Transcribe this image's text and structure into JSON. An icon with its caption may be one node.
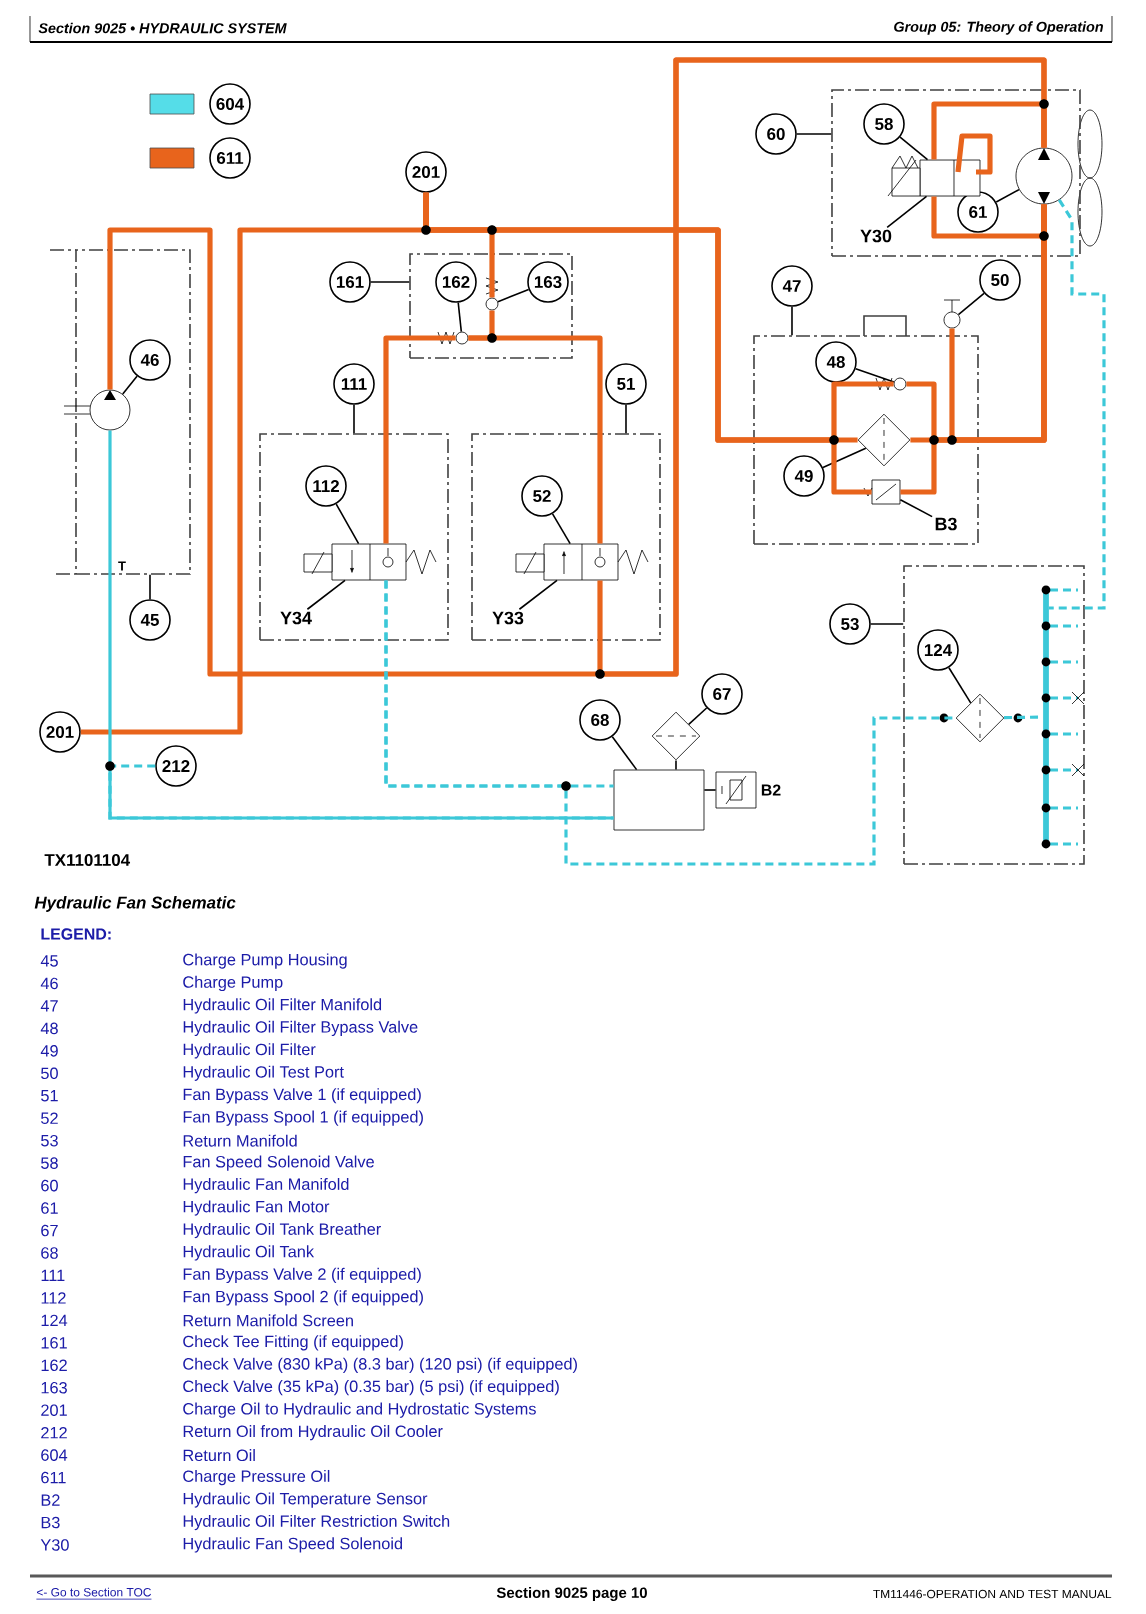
{
  "diagram": {
    "caption": "Hydraulic Fan Schematic",
    "nodes": [
      {
        "text": [
          "201"
        ]
      },
      {
        "text": [
          "161"
        ]
      },
      {
        "text": [],
        "shape": "box"
      },
      {
        "text": [
          "162"
        ],
        "in": 2
      },
      {
        "text": [
          "163"
        ],
        "in": 2
      },
      {
        "text": [],
        "shape": "circle",
        "in": 2
      },
      {
        "text": [],
        "shape": "circle",
        "in": 2
      },
      {
        "text": [],
        "shape": "box"
      },
      {
        "text": [
          "46"
        ],
        "in": 7
      },
      {
        "text": [],
        "shape": "circle",
        "in": 7
      },
      {
        "text": [
          "45"
        ]
      },
      {
        "text": [
          "111"
        ]
      },
      {
        "text": [],
        "shape": "box"
      },
      {
        "text": [
          "112"
        ],
        "in": 12
      },
      {
        "text": [
          "Y34"
        ],
        "in": 12
      },
      {
        "text": [],
        "shape": "box",
        "in": 12
      },
      {
        "text": [
          "51"
        ]
      },
      {
        "text": [],
        "shape": "box"
      },
      {
        "text": [
          "52"
        ],
        "in": 17
      },
      {
        "text": [
          "Y33"
        ],
        "in": 17
      },
      {
        "text": [],
        "shape": "box",
        "in": 17
      },
      {
        "text": [
          "201"
        ]
      },
      {
        "text": [
          "212"
        ]
      },
      {
        "text": [
          "60"
        ]
      },
      {
        "text": [],
        "shape": "box"
      },
      {
        "text": [
          "58"
        ],
        "in": 24
      },
      {
        "text": [
          "61"
        ],
        "in": 24
      },
      {
        "text": [
          "Y30"
        ],
        "in": 24
      },
      {
        "text": [],
        "shape": "box",
        "in": 24
      },
      {
        "text": [],
        "shape": "circle",
        "in": 24
      },
      {
        "text": [
          "47"
        ]
      },
      {
        "text": [
          "50"
        ]
      },
      {
        "text": [],
        "shape": "circle"
      },
      {
        "text": [],
        "shape": "box"
      },
      {
        "text": [
          "48"
        ],
        "in": 33
      },
      {
        "text": [
          "49"
        ],
        "in": 33
      },
      {
        "text": [
          "B3"
        ],
        "in": 33
      },
      {
        "text": [],
        "shape": "circle",
        "in": 33
      },
      {
        "text": [],
        "shape": "diamond",
        "in": 33
      },
      {
        "text": [],
        "shape": "box",
        "in": 33
      },
      {
        "text": [
          "53"
        ]
      },
      {
        "text": [],
        "shape": "box"
      },
      {
        "text": [
          "124"
        ],
        "in": 41
      },
      {
        "text": [],
        "shape": "diamond",
        "in": 41
      },
      {
        "text": [],
        "shape": "bar",
        "in": 41
      },
      {
        "text": [
          "68"
        ]
      },
      {
        "text": [
          "67"
        ]
      },
      {
        "text": [],
        "shape": "box"
      },
      {
        "text": [],
        "shape": "diamond"
      },
      {
        "text": [],
        "shape": "box",
        "beside": [
          "B2"
        ]
      }
    ],
    "edges": [
      {
        "from": 1,
        "to": 2,
        "arrow": "none"
      },
      {
        "from": 3,
        "to": 5,
        "arrow": "none"
      },
      {
        "from": 4,
        "to": 6,
        "arrow": "none"
      },
      {
        "from": 8,
        "to": 9,
        "arrow": "none"
      },
      {
        "from": 10,
        "to": 7,
        "arrow": "none"
      },
      {
        "from": 11,
        "to": 12,
        "arrow": "none"
      },
      {
        "from": 13,
        "to": 15,
        "arrow": "none"
      },
      {
        "from": 14,
        "to": 15,
        "arrow": "none"
      },
      {
        "from": 16,
        "to": 17,
        "arrow": "none"
      },
      {
        "from": 18,
        "to": 20,
        "arrow": "none"
      },
      {
        "from": 19,
        "to": 20,
        "arrow": "none"
      },
      {
        "from": 23,
        "to": 24,
        "arrow": "none"
      },
      {
        "from": 25,
        "to": 28,
        "arrow": "none"
      },
      {
        "from": 26,
        "to": 29,
        "arrow": "none"
      },
      {
        "from": 27,
        "to": 28,
        "arrow": "none"
      },
      {
        "from": 30,
        "to": 33,
        "arrow": "none"
      },
      {
        "from": 31,
        "to": 32,
        "arrow": "none"
      },
      {
        "from": 34,
        "to": 37,
        "arrow": "none"
      },
      {
        "from": 35,
        "to": 38,
        "arrow": "none"
      },
      {
        "from": 36,
        "to": 39,
        "arrow": "none"
      },
      {
        "from": 40,
        "to": 41,
        "arrow": "none"
      },
      {
        "from": 42,
        "to": 43,
        "arrow": "none"
      },
      {
        "from": 45,
        "to": 47,
        "arrow": "none"
      },
      {
        "from": 46,
        "to": 48,
        "arrow": "none"
      },
      {
        "from": 0,
        "to": 21,
        "arrow": "none",
        "style": "thick",
        "color": "#e8641c"
      },
      {
        "from": 9,
        "to": 29,
        "arrow": "none",
        "style": "thick",
        "color": "#e8641c"
      },
      {
        "from": 20,
        "to": 29,
        "arrow": "none",
        "style": "thick",
        "color": "#e8641c"
      },
      {
        "from": 15,
        "to": 5,
        "arrow": "none",
        "style": "thick",
        "color": "#e8641c"
      },
      {
        "from": 5,
        "to": 6,
        "arrow": "none",
        "style": "thick",
        "color": "#e8641c"
      },
      {
        "from": 5,
        "to": 20,
        "arrow": "none",
        "style": "thick",
        "color": "#e8641c"
      },
      {
        "from": 6,
        "to": 0,
        "arrow": "none",
        "style": "thick",
        "color": "#e8641c"
      },
      {
        "from": 0,
        "to": 38,
        "arrow": "none",
        "style": "thick",
        "color": "#e8641c"
      },
      {
        "from": 38,
        "to": 29,
        "arrow": "none",
        "style": "thick",
        "color": "#e8641c"
      },
      {
        "from": 0,
        "to": 37,
        "arrow": "none",
        "style": "thick",
        "color": "#e8641c"
      },
      {
        "from": 37,
        "to": 29,
        "arrow": "none",
        "style": "thick",
        "color": "#e8641c"
      },
      {
        "from": 0,
        "to": 39,
        "arrow": "none",
        "style": "thick",
        "color": "#e8641c"
      },
      {
        "from": 39,
        "to": 29,
        "arrow": "none",
        "style": "thick",
        "color": "#e8641c"
      },
      {
        "from": 32,
        "to": 29,
        "arrow": "none",
        "style": "thick",
        "color": "#e8641c"
      },
      {
        "from": 28,
        "to": 29,
        "arrow": "none",
        "style": "thick",
        "color": "#e8641c"
      },
      {
        "from": 28,
        "to": 29,
        "arrow": "none",
        "style": "thick",
        "color": "#e8641c"
      },
      {
        "from": 22,
        "to": 47,
        "arrow": "none",
        "style": "dashed",
        "color": "#3cc8d8"
      },
      {
        "from": 9,
        "to": 47,
        "arrow": "none",
        "color": "#3cc8d8"
      },
      {
        "from": 15,
        "to": 47,
        "arrow": "none",
        "style": "dashed",
        "color": "#3cc8d8"
      },
      {
        "from": 15,
        "to": 43,
        "arrow": "none",
        "style": "dashed",
        "color": "#3cc8d8"
      },
      {
        "from": 43,
        "to": 44,
        "arrow": "none",
        "style": "dashed",
        "color": "#3cc8d8"
      },
      {
        "from": 29,
        "to": 44,
        "arrow": "none",
        "style": "dashed",
        "color": "#3cc8d8"
      },
      {
        "from": 48,
        "to": 47,
        "arrow": "none"
      },
      {
        "from": 49,
        "to": 47,
        "arrow": "none"
      }
    ],
    "labels": [
      "Section 9025 • HYDRAULIC SYSTEM",
      "Group 05: Theory of Operation",
      "T",
      "TX1101104",
      "LEGEND:",
      "45",
      "Charge Pump Housing",
      "46",
      "Charge Pump",
      "47",
      "Hydraulic Oil Filter Manifold",
      "48",
      "Hydraulic Oil Filter Bypass Valve",
      "49",
      "Hydraulic Oil Filter",
      "50",
      "Hydraulic Oil Test Port",
      "51",
      "Fan Bypass Valve 1 (if equipped)",
      "52",
      "Fan Bypass Spool 1 (if equipped)",
      "53",
      "Return Manifold",
      "58",
      "Fan Speed Solenoid Valve",
      "60",
      "Hydraulic Fan Manifold",
      "61",
      "Hydraulic Fan Motor",
      "67",
      "Hydraulic Oil Tank Breather",
      "68",
      "Hydraulic Oil Tank",
      "111",
      "Fan Bypass Valve 2 (if equipped)",
      "112",
      "Fan Bypass Spool 2 (if equipped)",
      "124",
      "Return Manifold Screen",
      "161",
      "Check Tee Fitting (if equipped)",
      "162",
      "Check Valve (830 kPa) (8.3 bar) (120 psi) (if equipped)",
      "163",
      "Check Valve (35 kPa) (0.35 bar) (5 psi) (if equipped)",
      "201",
      "Charge Oil to Hydraulic and Hydrostatic Systems",
      "212",
      "Return Oil from Hydraulic Oil Cooler",
      "604",
      "Return Oil",
      "611",
      "Charge Pressure Oil",
      "B2",
      "Hydraulic Oil Temperature Sensor",
      "B3",
      "Hydraulic Oil Filter Restriction Switch",
      "Y30",
      "Hydraulic Fan Speed Solenoid",
      "<- Go to Section TOC",
      "Section 9025 page 10",
      "TM11446-OPERATION AND TEST MANUAL"
    ],
    "legend": [
      {
        "text": "604",
        "color": "#55dde8"
      },
      {
        "text": "611",
        "color": "#e8641c"
      }
    ]
  }
}
